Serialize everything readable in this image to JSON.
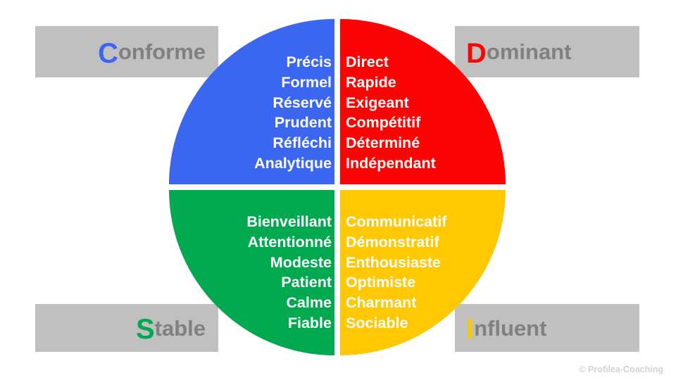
{
  "diagram": {
    "title": "DISC model wheel",
    "background_color": "#ffffff",
    "plate_color": "#c0c0c0",
    "plate_text_color": "#808080",
    "labels": {
      "top_left": {
        "initial": "C",
        "rest": "onforme",
        "color": "#3B67F0"
      },
      "top_right": {
        "initial": "D",
        "rest": "ominant",
        "color": "#FC0404"
      },
      "bottom_left": {
        "initial": "S",
        "rest": "table",
        "color": "#00A94F"
      },
      "bottom_right": {
        "initial": "I",
        "rest": "nfluent",
        "color": "#FFC800"
      }
    },
    "quadrants": {
      "conforme": {
        "color": "#3B67F0",
        "align": "right",
        "words": "Précis\nFormel\nRéservé\nPrudent\nRéfléchi\nAnalytique"
      },
      "dominant": {
        "color": "#FC0404",
        "align": "left",
        "words": "Direct\nRapide\nExigeant\nCompétitif\nDéterminé\nIndépendant"
      },
      "stable": {
        "color": "#00A94F",
        "align": "right",
        "words": "Bienveillant\nAttentionné\nModeste\nPatient\nCalme\nFiable"
      },
      "influent": {
        "color": "#FFC800",
        "align": "left",
        "words": "Communicatif\nDémonstratif\nEnthousiaste\nOptimiste\nCharmant\nSociable"
      }
    },
    "copyright": "© Profilea-Coaching"
  }
}
